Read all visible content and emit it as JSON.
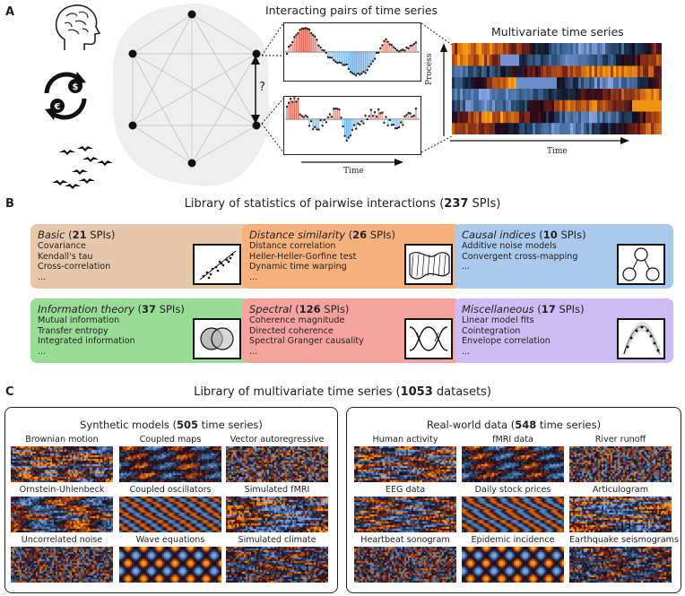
{
  "panels": {
    "a": "A",
    "b": "B",
    "c": "C"
  },
  "panelA": {
    "pairs_title": "Interacting pairs of time series",
    "mvts_title": "Multivariate time series",
    "question_mark": "?",
    "time_label_pairs": "Time",
    "time_label_mvts": "Time",
    "process_label": "Process",
    "network_nodes": 6,
    "icons": [
      "brain-icon",
      "currency-exchange-icon",
      "bird-flock-icon"
    ]
  },
  "panelB": {
    "title_prefix": "Library of statistics of pairwise interactions (",
    "title_count": "237",
    "title_suffix": " SPIs)",
    "categories": [
      {
        "name": "Basic",
        "count": "21",
        "items": [
          "Covariance",
          "Kendall's tau",
          "Cross-correlation",
          "..."
        ],
        "color": "#e6c7a9",
        "icon": "scatter-regression-icon"
      },
      {
        "name": "Distance similarity",
        "count": "26",
        "items": [
          "Distance correlation",
          "Heller-Heller-Gorfine test",
          "Dynamic time warping",
          "..."
        ],
        "color": "#f7b17d",
        "icon": "warping-surface-icon"
      },
      {
        "name": "Causal indices",
        "count": "10",
        "items": [
          "Additive noise models",
          "Convergent cross-mapping",
          "..."
        ],
        "color": "#a9c9ed",
        "icon": "causal-graph-icon"
      },
      {
        "name": "Information theory",
        "count": "37",
        "items": [
          "Mutual information",
          "Transfer entropy",
          "Integrated information",
          "..."
        ],
        "color": "#99dc95",
        "icon": "venn-diagram-icon"
      },
      {
        "name": "Spectral",
        "count": "126",
        "items": [
          "Coherence magnitude",
          "Directed coherence",
          "Spectral Granger causality",
          "..."
        ],
        "color": "#f6a3a0",
        "icon": "sine-waves-icon"
      },
      {
        "name": "Miscellaneous",
        "count": "17",
        "items": [
          "Linear model fits",
          "Cointegration",
          "Envelope correlation",
          "..."
        ],
        "color": "#cdbbf3",
        "icon": "curve-fit-icon"
      }
    ],
    "suffix_text": " SPIs)",
    "prefix_paren": " ("
  },
  "panelC": {
    "title_prefix": "Library of multivariate time series (",
    "title_count": "1053",
    "title_suffix": " datasets)",
    "synthetic": {
      "title_prefix": "Synthetic models (",
      "title_count": "505",
      "title_suffix": " time series)",
      "items": [
        "Brownian motion",
        "Coupled maps",
        "Vector autoregressive",
        "Ornstein-Uhlenbeck",
        "Coupled oscillators",
        "Simulated fMRI",
        "Uncorrelated noise",
        "Wave equations",
        "Simulated climate"
      ]
    },
    "realworld": {
      "title_prefix": "Real-world data (",
      "title_count": "548",
      "title_suffix": " time series)",
      "items": [
        "Human activity",
        "fMRI data",
        "River runoff",
        "EEG data",
        "Daily stock prices",
        "Articulogram",
        "Heartbeat sonogram",
        "Epidemic incidence",
        "Earthquake seismograms"
      ]
    }
  },
  "colors": {
    "cold": "#3b6fc4",
    "warm": "#e8622a",
    "dark": "#140c1c",
    "pale_blue": "#a9e0dc",
    "pale_orange": "#f4b98a"
  }
}
